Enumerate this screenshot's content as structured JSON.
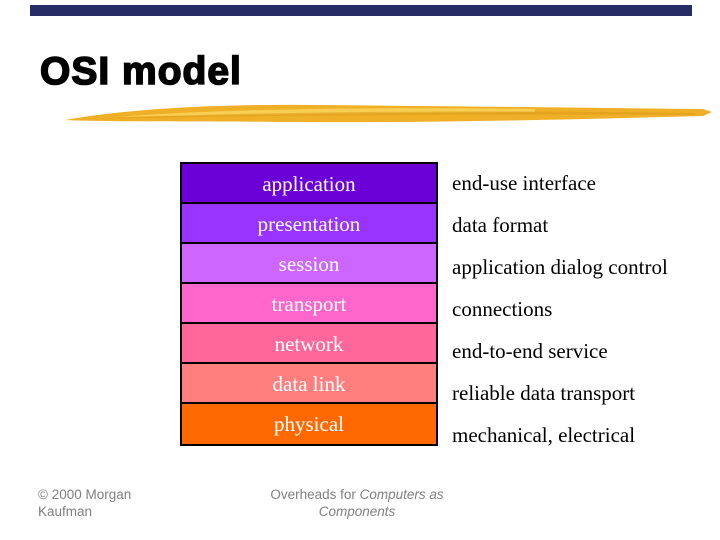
{
  "slide": {
    "title": "OSI model",
    "colors": {
      "top_bar": "#262D66",
      "swash_main": "#EFAF26",
      "swash_highlight": "#F9D45C",
      "swash_deep": "#DD9A1B",
      "layer_text": "#FFFFFF",
      "description_text": "#000000",
      "footer_text": "#808080"
    }
  },
  "osi_layers": [
    {
      "name": "application",
      "description": "end-use interface",
      "color": "#6B00D7"
    },
    {
      "name": "presentation",
      "description": "data format",
      "color": "#9933FF"
    },
    {
      "name": "session",
      "description": "application dialog control",
      "color": "#CC66FF"
    },
    {
      "name": "transport",
      "description": "connections",
      "color": "#FF66CC"
    },
    {
      "name": "network",
      "description": "end-to-end service",
      "color": "#FF6699"
    },
    {
      "name": "data link",
      "description": "reliable data transport",
      "color": "#FF7F7F"
    },
    {
      "name": "physical",
      "description": "mechanical, electrical",
      "color": "#FF6900"
    }
  ],
  "footer": {
    "copyright": "© 2000 Morgan Kaufman",
    "center_prefix": "Overheads for ",
    "center_book_title": "Computers as Components"
  }
}
